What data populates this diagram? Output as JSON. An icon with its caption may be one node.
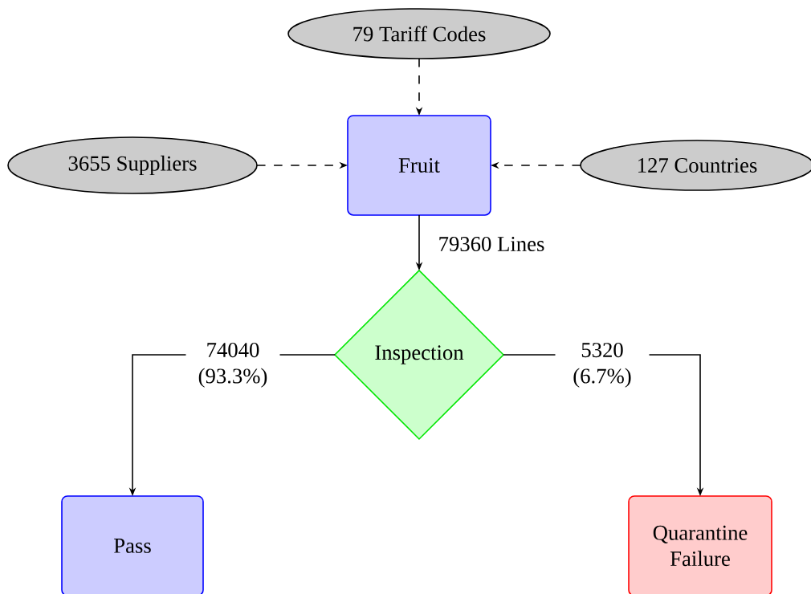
{
  "diagram": {
    "nodes": [
      {
        "text": [
          "79 Tariff Codes"
        ]
      },
      {
        "text": [
          "3655 Suppliers"
        ]
      },
      {
        "text": [
          "Fruit"
        ]
      },
      {
        "text": [
          "127 Countries"
        ]
      },
      {
        "text": [
          "Inspection"
        ]
      },
      {
        "text": [
          "Pass"
        ]
      },
      {
        "text": [
          "Quarantine Failure"
        ]
      }
    ],
    "edges": [
      {
        "from": 0,
        "to": 2,
        "arrow": "to",
        "style": "dashed"
      },
      {
        "from": 1,
        "to": 2,
        "arrow": "to",
        "style": "dashed"
      },
      {
        "from": 3,
        "to": 2,
        "arrow": "to",
        "style": "dashed"
      },
      {
        "from": 2,
        "to": 4,
        "arrow": "to",
        "label": "79360 Lines"
      },
      {
        "from": 4,
        "to": 5,
        "arrow": "to",
        "label": "74040 (93.3%)"
      },
      {
        "from": 4,
        "to": 6,
        "arrow": "to",
        "label": "5320 (6.7%)"
      }
    ]
  }
}
